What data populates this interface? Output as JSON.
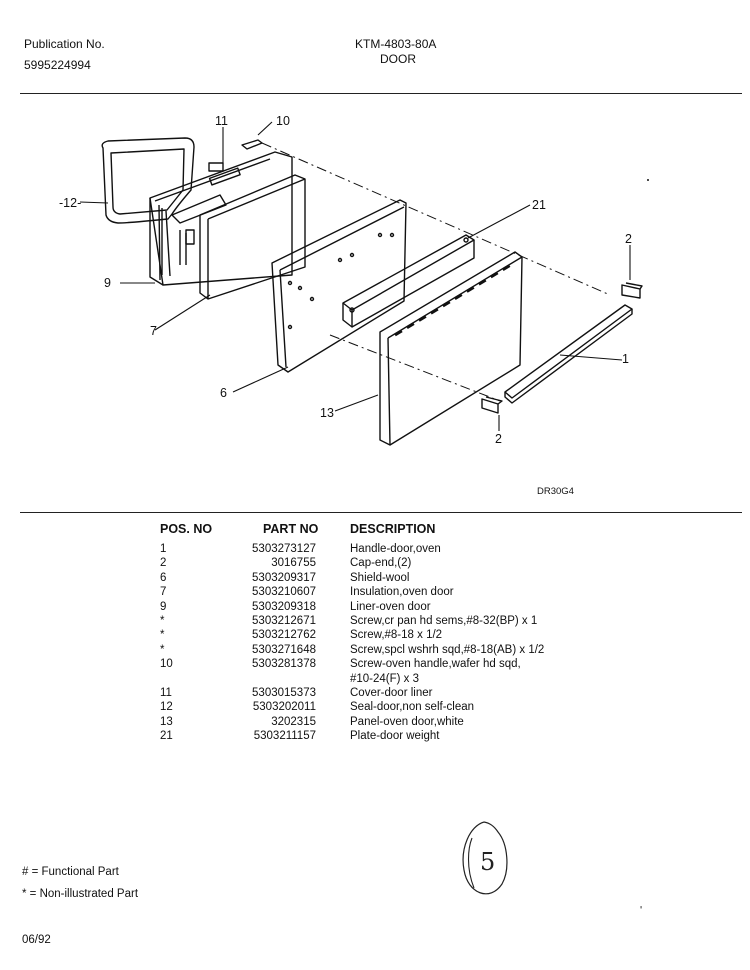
{
  "header": {
    "publication_label": "Publication No.",
    "publication_number": "5995224994",
    "model": "KTM-4803-80A",
    "section": "DOOR"
  },
  "diagram": {
    "code": "DR30G4",
    "callouts": [
      "1",
      "2",
      "2",
      "6",
      "7",
      "9",
      "10",
      "11",
      "12",
      "13",
      "21"
    ]
  },
  "table": {
    "headers": [
      "POS. NO",
      "PART NO",
      "DESCRIPTION"
    ],
    "rows": [
      {
        "pos": "1",
        "part": "5303273127",
        "desc": "Handle-door,oven"
      },
      {
        "pos": "2",
        "part": "3016755",
        "desc": "Cap-end,(2)"
      },
      {
        "pos": "6",
        "part": "5303209317",
        "desc": "Shield-wool"
      },
      {
        "pos": "7",
        "part": "5303210607",
        "desc": "Insulation,oven door"
      },
      {
        "pos": "9",
        "part": "5303209318",
        "desc": "Liner-oven door"
      },
      {
        "pos": "*",
        "part": "5303212671",
        "desc": "Screw,cr pan hd sems,#8-32(BP) x 1"
      },
      {
        "pos": "*",
        "part": "5303212762",
        "desc": "Screw,#8-18 x 1/2"
      },
      {
        "pos": "*",
        "part": "5303271648",
        "desc": "Screw,spcl wshrh sqd,#8-18(AB) x 1/2"
      },
      {
        "pos": "10",
        "part": "5303281378",
        "desc": "Screw-oven handle,wafer hd sqd,"
      },
      {
        "pos": "",
        "part": "",
        "desc": "#10-24(F) x 3"
      },
      {
        "pos": "11",
        "part": "5303015373",
        "desc": "Cover-door liner"
      },
      {
        "pos": "12",
        "part": "5303202011",
        "desc": "Seal-door,non self-clean"
      },
      {
        "pos": "13",
        "part": "3202315",
        "desc": "Panel-oven door,white"
      },
      {
        "pos": "21",
        "part": "5303211157",
        "desc": "Plate-door weight"
      }
    ]
  },
  "legend": {
    "functional": "# = Functional Part",
    "non_illustrated": "* = Non-illustrated Part"
  },
  "footer": {
    "date": "06/92",
    "handwritten_mark": "5"
  }
}
